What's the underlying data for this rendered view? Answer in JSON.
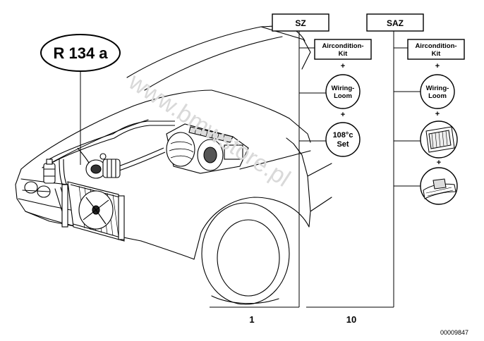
{
  "refrigerant": "R 134 a",
  "watermark": "www.bmwstore.pl",
  "columns": {
    "sz": {
      "header": "SZ",
      "kit_label": "Aircondition-Kit",
      "wiring_loom_label": "Wiring-Loom",
      "set_label_line1": "108°c",
      "set_label_line2": "Set",
      "plus": "+",
      "footer_number": "1"
    },
    "saz": {
      "header": "SAZ",
      "kit_label": "Aircondition-Kit",
      "wiring_loom_label": "Wiring-Loom",
      "plus": "+",
      "footer_number": "10"
    }
  },
  "diagram_number": "00009847",
  "icons": [
    "car-outline",
    "condenser-radiator-icon",
    "compressor-icon",
    "evaporator-housing-icon",
    "filter-part-icon",
    "bracket-part-icon"
  ]
}
